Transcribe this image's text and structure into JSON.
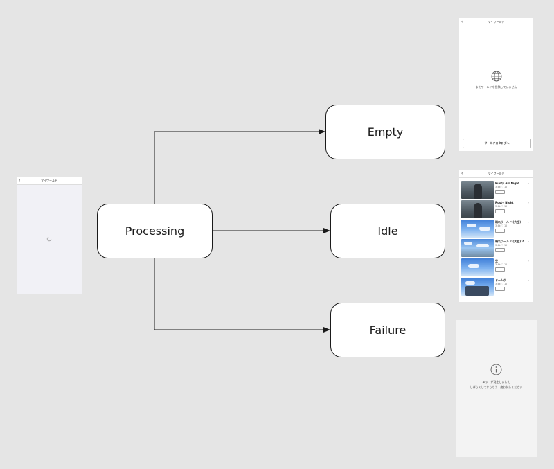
{
  "diagram": {
    "nodes": {
      "processing": "Processing",
      "empty": "Empty",
      "idle": "Idle",
      "failure": "Failure"
    },
    "edges": [
      {
        "from": "processing",
        "to": "empty"
      },
      {
        "from": "processing",
        "to": "idle"
      },
      {
        "from": "processing",
        "to": "failure"
      }
    ]
  },
  "screens": {
    "loading": {
      "nav_title": "マイワールド",
      "back_icon": "chevron-left-icon",
      "spinner_icon": "loading-icon"
    },
    "empty": {
      "nav_title": "マイワールド",
      "back_icon": "chevron-left-icon",
      "icon": "globe-icon",
      "message": "まだワールドを投稿していません",
      "cta_label": "ワールドカタログへ"
    },
    "idle": {
      "nav_title": "マイワールド",
      "back_icon": "chevron-left-icon",
      "items": [
        {
          "title": "Rusty Arr Night",
          "meta": "3.4k ♡ 12",
          "thumb": "dark"
        },
        {
          "title": "Rusty Night",
          "meta": "3.4k ♡ 12",
          "thumb": "dark"
        },
        {
          "title": "晴れワールド (大空)",
          "meta": "3.4k ♡ 12",
          "thumb": "sky"
        },
        {
          "title": "晴れワールド (大空) 2",
          "meta": "3.4k ♡ 12",
          "thumb": "sky2"
        },
        {
          "title": "空",
          "meta": "3.4k ♡ 12",
          "thumb": "sky"
        },
        {
          "title": "ドームゲ",
          "meta": "3.4k ♡ 12",
          "thumb": "sky"
        }
      ]
    },
    "failure": {
      "icon": "info-icon",
      "title": "エラーが発生しました",
      "message": "しばらくしてからもう一度お試しください"
    }
  },
  "colors": {
    "background": "#e5e5e5",
    "node_fill": "#ffffff",
    "stroke": "#1a1a1a",
    "loading_bg": "#f1f1f6",
    "failure_bg": "#f3f3f3"
  }
}
